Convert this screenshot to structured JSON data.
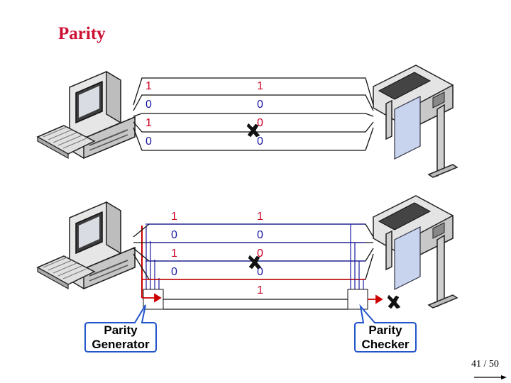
{
  "slide": {
    "title": "Parity",
    "page": "41 / 50"
  },
  "colors": {
    "title": "#cc1133",
    "bit_red": "#cc0022",
    "bit_blue": "#1a1aa0",
    "wire_red": "#cc0000",
    "wire_blue": "#1a1aa0",
    "callout_border": "#2255cc",
    "paper": "#c8d4ee"
  },
  "top_transmission": {
    "sent_bits": [
      "1",
      "0",
      "1",
      "0"
    ],
    "received_bits": [
      "1",
      "0",
      "0",
      "0"
    ]
  },
  "bottom_transmission": {
    "sent_bits": [
      "1",
      "0",
      "1",
      "0"
    ],
    "received_bits": [
      "1",
      "0",
      "0",
      "0",
      "1"
    ]
  },
  "callouts": {
    "generator": [
      "Parity",
      "Generator"
    ],
    "checker": [
      "Parity",
      "Checker"
    ]
  },
  "icons": {
    "computer": "computer-icon",
    "printer": "printer-icon",
    "error": "bolt-error-icon"
  }
}
